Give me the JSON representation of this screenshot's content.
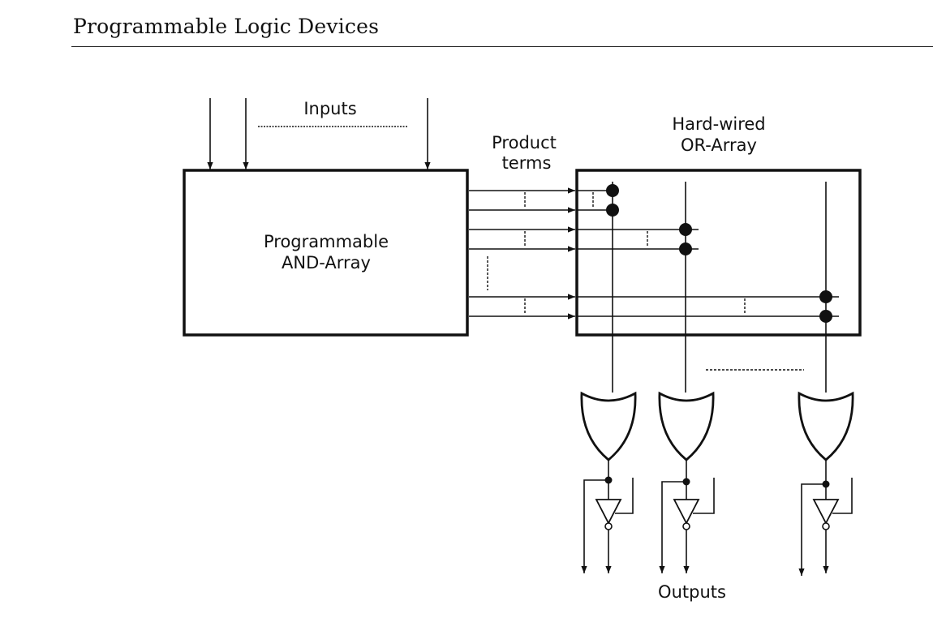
{
  "header": {
    "title": "Programmable Logic Devices"
  },
  "diagram": {
    "inputs_label": "Inputs",
    "product_terms_label": [
      "Product",
      "terms"
    ],
    "and_array_label": [
      "Programmable",
      "AND-Array"
    ],
    "or_array_label": [
      "Hard-wired",
      "OR-Array"
    ],
    "outputs_label": "Outputs"
  }
}
